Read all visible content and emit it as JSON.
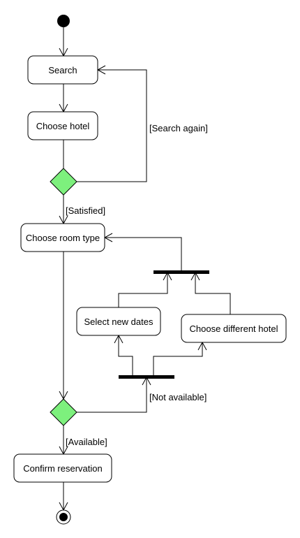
{
  "diagram": {
    "activities": {
      "search": "Search",
      "choose_hotel": "Choose hotel",
      "choose_room_type": "Choose room type",
      "select_new_dates": "Select new dates",
      "choose_different_hotel": "Choose different hotel",
      "confirm_reservation": "Confirm reservation"
    },
    "guards": {
      "search_again": "[Search again]",
      "satisfied": "[Satisfied]",
      "not_available": "[Not available]",
      "available": "[Available]"
    },
    "colors": {
      "decision_fill": "#7df07d",
      "line": "#000000",
      "activity_fill": "#ffffff"
    }
  }
}
